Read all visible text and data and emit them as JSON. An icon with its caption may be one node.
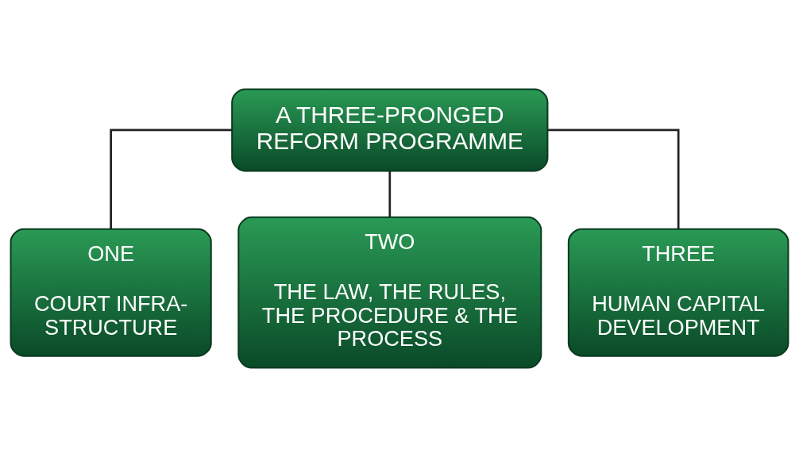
{
  "diagram": {
    "nodes": [
      {
        "text": [
          "A THREE-PRONGED REFORM PROGRAMME"
        ]
      },
      {
        "text": [
          "ONE",
          "COURT INFRA- STRUCTURE"
        ]
      },
      {
        "text": [
          "TWO",
          "THE LAW, THE RULES, THE PROCEDURE & THE PROCESS"
        ]
      },
      {
        "text": [
          "THREE",
          "HUMAN CAPITAL DEVELOPMENT"
        ]
      }
    ],
    "edges": [
      {
        "from": 0,
        "to": 1,
        "arrow": "none"
      },
      {
        "from": 0,
        "to": 2,
        "arrow": "none"
      },
      {
        "from": 0,
        "to": 3,
        "arrow": "none"
      }
    ]
  }
}
